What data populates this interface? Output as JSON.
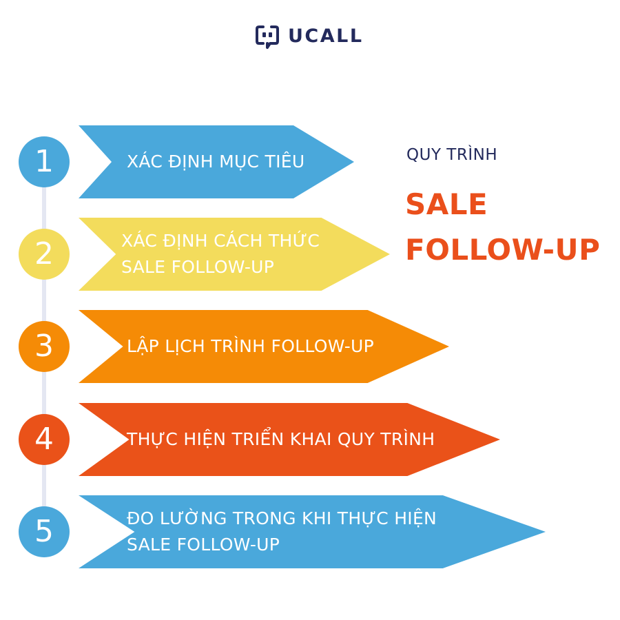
{
  "brand": {
    "name": "UCALL",
    "color": "#232a5c"
  },
  "title": {
    "line1": "QUY TRÌNH",
    "line2": "SALE",
    "line3": "FOLLOW-UP",
    "accent_color": "#ea4f1b"
  },
  "steps": [
    {
      "number": "1",
      "line1": "XÁC ĐỊNH MỤC TIÊU",
      "line2": "",
      "color": "#4aa8db"
    },
    {
      "number": "2",
      "line1": "XÁC ĐỊNH CÁCH THỨC",
      "line2": "SALE FOLLOW-UP",
      "color": "#f3dc5c"
    },
    {
      "number": "3",
      "line1": "LẬP LỊCH TRÌNH FOLLOW-UP",
      "line2": "",
      "color": "#f58b06"
    },
    {
      "number": "4",
      "line1": "THỰC HIỆN TRIỂN KHAI QUY TRÌNH",
      "line2": "",
      "color": "#ea5219"
    },
    {
      "number": "5",
      "line1": "ĐO LƯỜNG TRONG KHI THỰC HIỆN",
      "line2": "SALE FOLLOW-UP",
      "color": "#4aa8db"
    }
  ]
}
